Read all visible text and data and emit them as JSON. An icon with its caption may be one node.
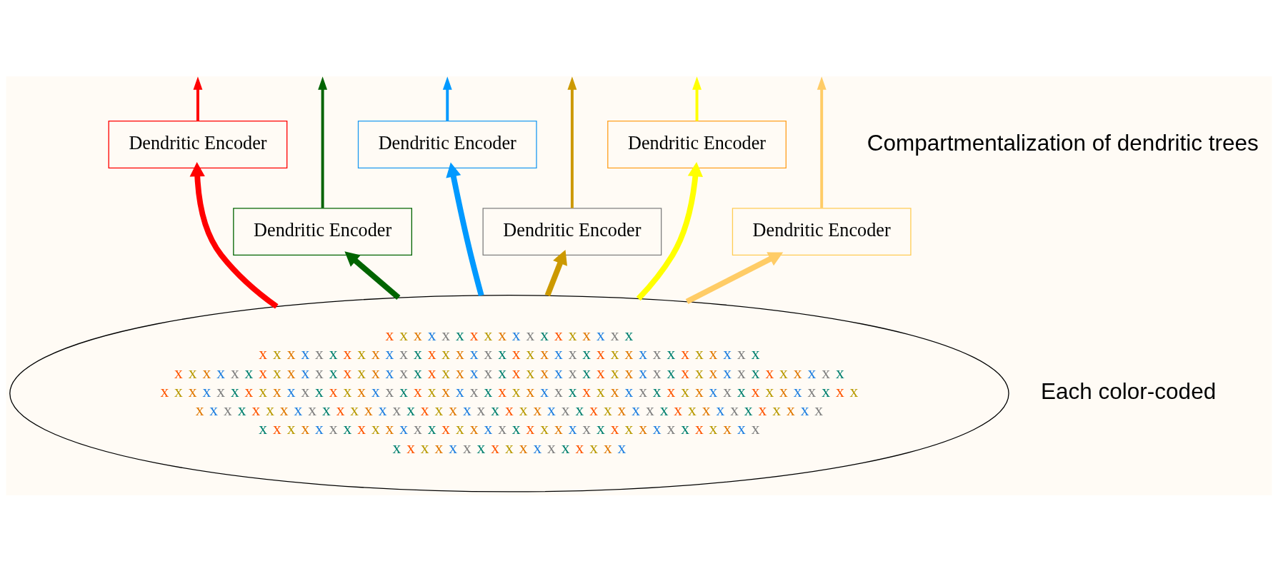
{
  "diagram": {
    "nodes": [
      {
        "text": [
          "Dendritic Encoder"
        ]
      },
      {
        "text": [
          "Dendritic Encoder"
        ]
      },
      {
        "text": [
          "Dendritic Encoder"
        ]
      },
      {
        "text": [
          "Dendritic Encoder"
        ]
      },
      {
        "text": [
          "Dendritic Encoder"
        ]
      },
      {
        "text": [
          "Dendritic Encoder"
        ]
      },
      {
        "text": [
          "x x x x x x x x x x x x x x x x x x",
          "x x x x x x x x x x x x x x x x x x x x x x x x x x x x x x x x x x x x",
          "x x x x x x x x x x x x x x x x x x x x x x x x x x x x x x x x x x x x x x x x x x x x x x x x",
          "x x x x x x x x x x x x x x x x x x x x x x x x x x x x x x x x x x x x x x x x x x x x x x x x x x",
          "x x x x x x x x x x x x x x x x x x x x x x x x x x x x x x x x x x x x x x x x x x x x x",
          "x x x x x x x x x x x x x x x x x x x x x x x x x x x x x x x x x x x x",
          "x x x x x x x x x x x x x x x x x"
        ]
      }
    ],
    "edges": [
      {
        "from": 6,
        "to": 0,
        "arrow": "to",
        "style": "thick",
        "color": "#ff0000"
      },
      {
        "from": 0,
        "to": null,
        "arrow": "to",
        "color": "#ff0000"
      },
      {
        "from": 6,
        "to": 1,
        "arrow": "to",
        "style": "thick",
        "color": "#006400"
      },
      {
        "from": 1,
        "to": null,
        "arrow": "to",
        "color": "#006400"
      },
      {
        "from": 6,
        "to": 2,
        "arrow": "to",
        "style": "thick",
        "color": "#0099ff"
      },
      {
        "from": 2,
        "to": null,
        "arrow": "to",
        "color": "#0099ff"
      },
      {
        "from": 6,
        "to": 3,
        "arrow": "to",
        "style": "thick",
        "color": "#cc9900"
      },
      {
        "from": 3,
        "to": null,
        "arrow": "to",
        "color": "#cc9900"
      },
      {
        "from": 6,
        "to": 4,
        "arrow": "to",
        "style": "thick",
        "color": "#ffff00"
      },
      {
        "from": 4,
        "to": null,
        "arrow": "to",
        "color": "#ffff00"
      },
      {
        "from": 6,
        "to": 5,
        "arrow": "to",
        "style": "thick",
        "color": "#ffcc66"
      },
      {
        "from": 5,
        "to": null,
        "arrow": "to",
        "color": "#ffcc66"
      }
    ],
    "labels": [
      "Compartmentalization of dendritic trees",
      "Each color-coded"
    ]
  }
}
